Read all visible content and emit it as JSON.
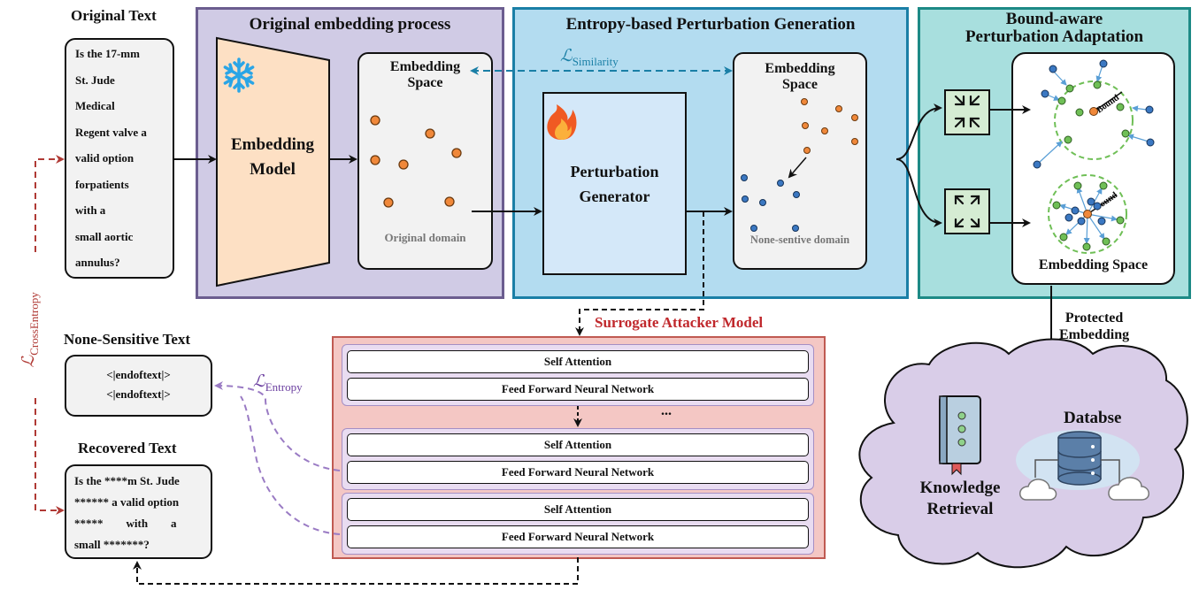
{
  "original_text": {
    "heading": "Original Text",
    "lines": [
      "Is the 17-mm",
      "St. Jude",
      "Medical",
      "Regent valve a",
      "valid option",
      "forpatients",
      "with a",
      "small aortic",
      "annulus?"
    ]
  },
  "panel_original": {
    "title": "Original embedding process",
    "model_label": [
      "Embedding",
      "Model"
    ],
    "space_label": [
      "Embedding",
      "Space"
    ],
    "domain_label": "Original domain"
  },
  "panel_entropy": {
    "title": "Entropy-based Perturbation Generation",
    "similarity_loss": "ℒ",
    "similarity_sub": "Similarity",
    "generator_label": [
      "Perturbation",
      "Generator"
    ],
    "space_label": [
      "Embedding",
      "Space"
    ],
    "domain_label": "None-sentive domain"
  },
  "panel_bound": {
    "title": [
      "Bound-aware",
      "Perturbation Adaptation"
    ],
    "space_label": "Embedding Space",
    "bound_label": "Bound"
  },
  "protected": [
    "Protected",
    "Embedding"
  ],
  "cloud": {
    "database_label": "Databse",
    "retrieval_label": [
      "Knowledge",
      "Retrieval"
    ]
  },
  "cross_entropy_loss": "ℒ",
  "cross_entropy_sub": "CrossEntropy",
  "entropy_loss": "ℒ",
  "entropy_sub": "Entropy",
  "surrogate": {
    "title": "Surrogate Attacker Model",
    "self_attention": "Self Attention",
    "ffn": "Feed Forward Neural Network",
    "ellipsis": "..."
  },
  "none_sensitive": {
    "heading": "None-Sensitive Text",
    "lines": [
      "<|endoftext|>",
      "<|endoftext|>"
    ]
  },
  "recovered": {
    "heading": "Recovered Text",
    "lines": [
      "Is the ****m St. Jude",
      "****** a valid option",
      "*****        with        a",
      "small *******?"
    ]
  },
  "colors": {
    "purple_panel": "#d0cbe5",
    "blue_panel": "#b3dcf0",
    "teal_panel": "#a8dfde",
    "surrogate_bg": "#f4c7c4",
    "orange_dot": "#f0883a",
    "blue_dot": "#3b78c2",
    "green_dot": "#6fbf56"
  },
  "icons": [
    "snowflake-icon",
    "fire-icon",
    "compress-icon",
    "expand-icon",
    "book-icon",
    "database-icon"
  ]
}
